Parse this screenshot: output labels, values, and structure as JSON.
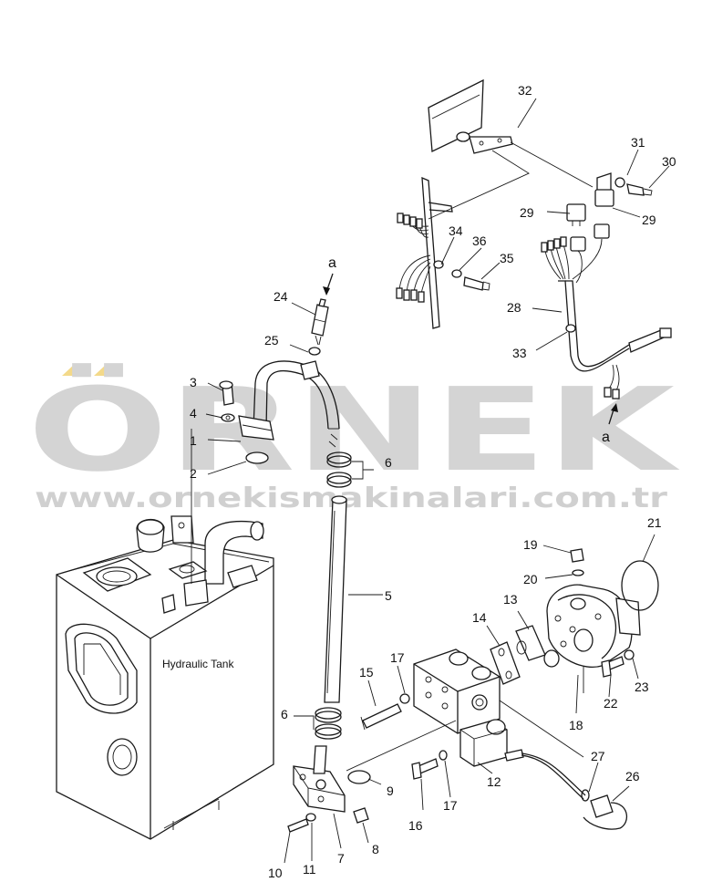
{
  "watermark": {
    "brand": "ÖRNEK",
    "url": "www.ornekismakinalari.com.tr",
    "accent_color": "#f3d98a",
    "text_color": "#d4d4d4"
  },
  "labels": {
    "tank": "Hydraulic Tank",
    "ref_top": "a",
    "ref_bottom": "a"
  },
  "callouts": [
    {
      "id": "1",
      "text": "1"
    },
    {
      "id": "2",
      "text": "2"
    },
    {
      "id": "3",
      "text": "3"
    },
    {
      "id": "4",
      "text": "4"
    },
    {
      "id": "5",
      "text": "5"
    },
    {
      "id": "6a",
      "text": "6"
    },
    {
      "id": "6b",
      "text": "6"
    },
    {
      "id": "7",
      "text": "7"
    },
    {
      "id": "8",
      "text": "8"
    },
    {
      "id": "9",
      "text": "9"
    },
    {
      "id": "10",
      "text": "10"
    },
    {
      "id": "11",
      "text": "11"
    },
    {
      "id": "12",
      "text": "12"
    },
    {
      "id": "13",
      "text": "13"
    },
    {
      "id": "14",
      "text": "14"
    },
    {
      "id": "15",
      "text": "15"
    },
    {
      "id": "16",
      "text": "16"
    },
    {
      "id": "17a",
      "text": "17"
    },
    {
      "id": "17b",
      "text": "17"
    },
    {
      "id": "18",
      "text": "18"
    },
    {
      "id": "19",
      "text": "19"
    },
    {
      "id": "20",
      "text": "20"
    },
    {
      "id": "21",
      "text": "21"
    },
    {
      "id": "22",
      "text": "22"
    },
    {
      "id": "23",
      "text": "23"
    },
    {
      "id": "24",
      "text": "24"
    },
    {
      "id": "25",
      "text": "25"
    },
    {
      "id": "26",
      "text": "26"
    },
    {
      "id": "27",
      "text": "27"
    },
    {
      "id": "28",
      "text": "28"
    },
    {
      "id": "29a",
      "text": "29"
    },
    {
      "id": "29b",
      "text": "29"
    },
    {
      "id": "30",
      "text": "30"
    },
    {
      "id": "31",
      "text": "31"
    },
    {
      "id": "32",
      "text": "32"
    },
    {
      "id": "33",
      "text": "33"
    },
    {
      "id": "34",
      "text": "34"
    },
    {
      "id": "35",
      "text": "35"
    },
    {
      "id": "36",
      "text": "36"
    }
  ]
}
